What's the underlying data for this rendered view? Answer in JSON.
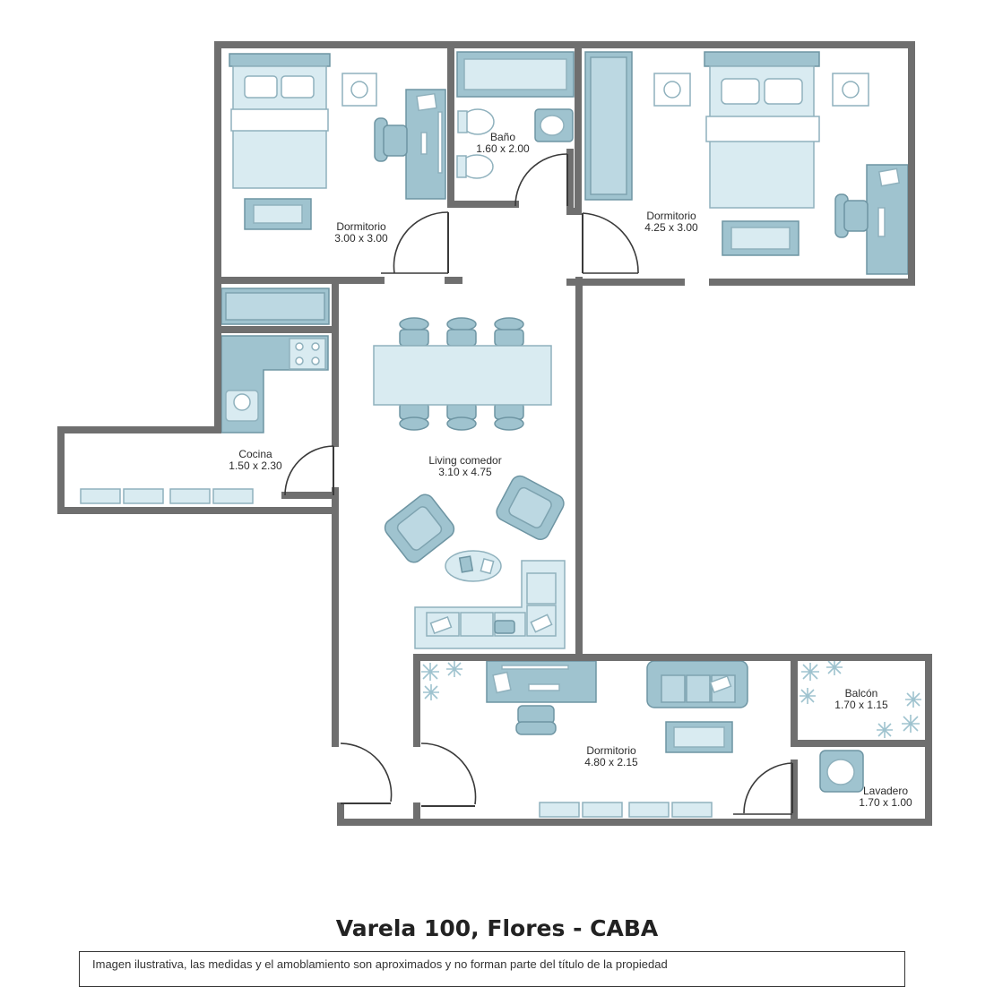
{
  "plan": {
    "rooms": [
      {
        "id": "dormitorio-1",
        "name": "Dormitorio",
        "size": "3.00 x 3.00"
      },
      {
        "id": "bano",
        "name": "Baño",
        "size": "1.60 x 2.00"
      },
      {
        "id": "dormitorio-2",
        "name": "Dormitorio",
        "size": "4.25 x 3.00"
      },
      {
        "id": "cocina",
        "name": "Cocina",
        "size": "1.50 x 2.30"
      },
      {
        "id": "living",
        "name": "Living comedor",
        "size": "3.10 x 4.75"
      },
      {
        "id": "dormitorio-3",
        "name": "Dormitorio",
        "size": "4.80 x 2.15"
      },
      {
        "id": "balcon",
        "name": "Balcón",
        "size": "1.70 x 1.15"
      },
      {
        "id": "lavadero",
        "name": "Lavadero",
        "size": "1.70 x 1.00"
      }
    ],
    "colors": {
      "wall": "#6f6f6f",
      "furniture_dark": "#9fc3cf",
      "furniture_light": "#d9ebf1"
    }
  },
  "footer": {
    "title": "Varela 100, Flores - CABA",
    "disclaimer": "Imagen ilustrativa, las medidas y el amoblamiento son aproximados y no forman parte del título de la propiedad"
  }
}
